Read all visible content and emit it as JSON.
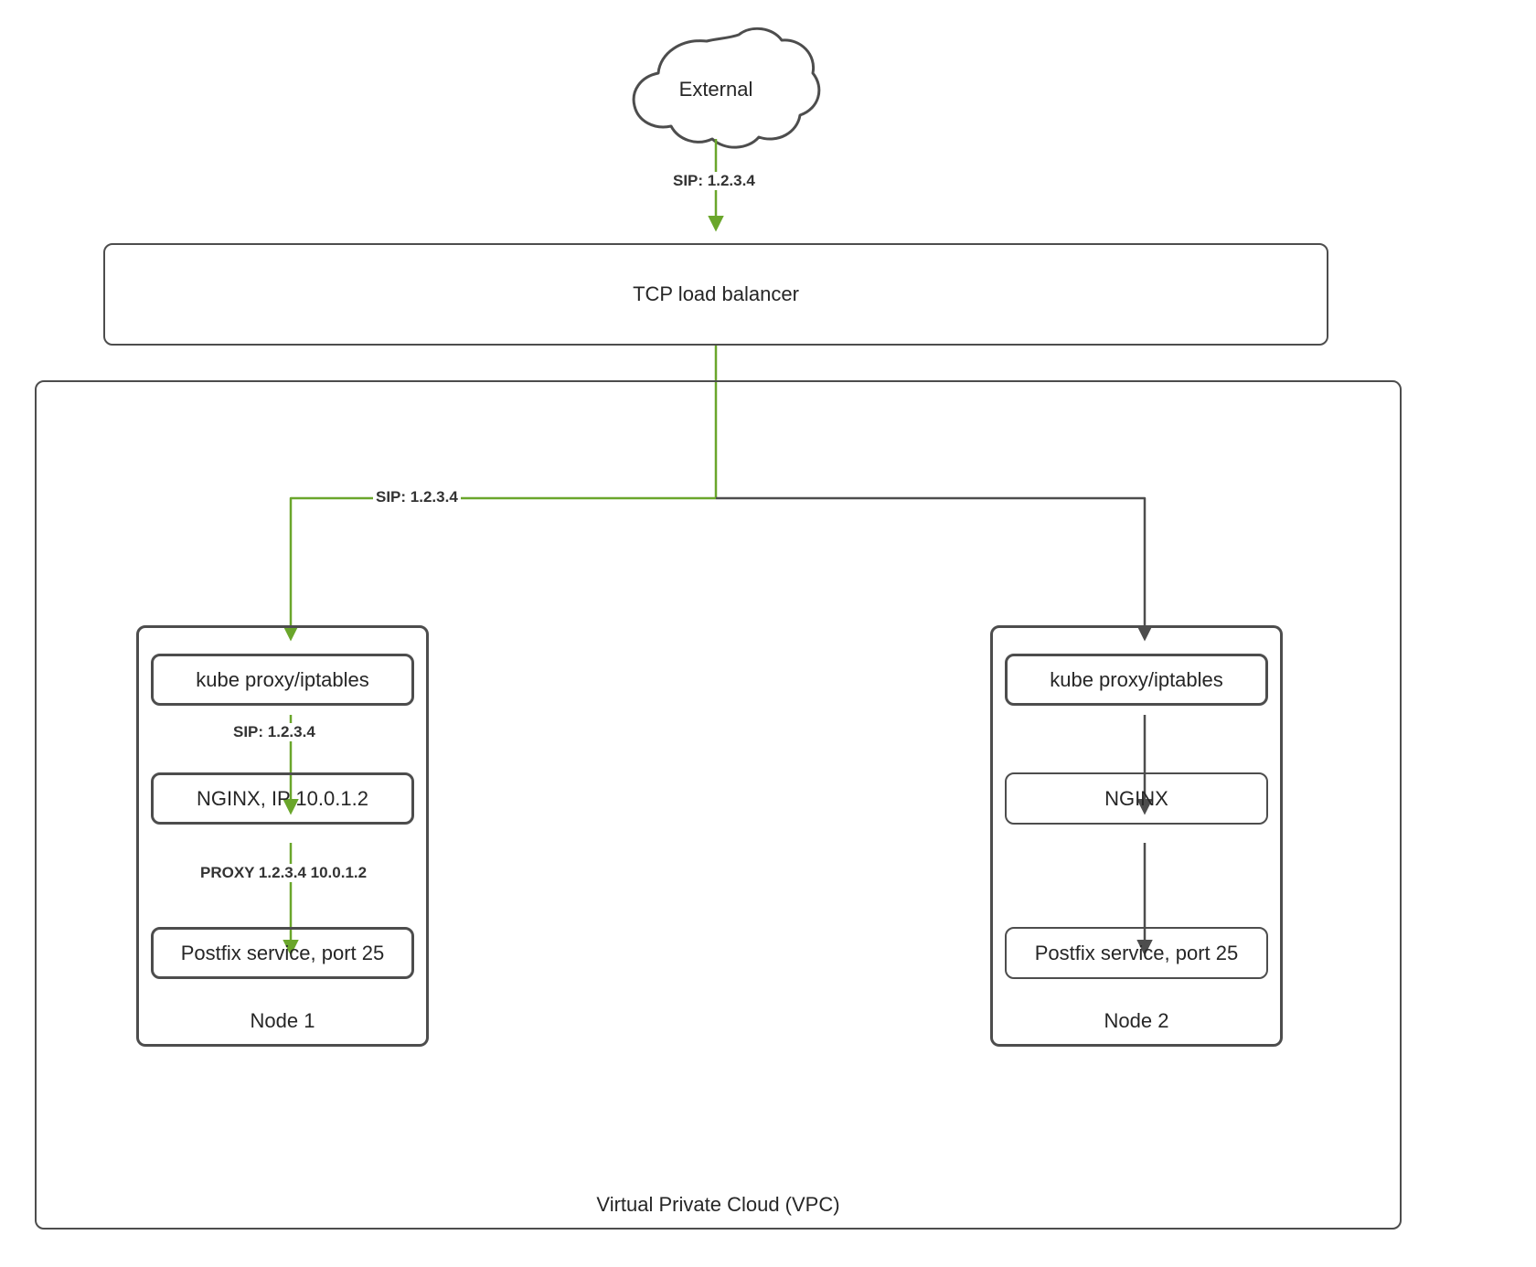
{
  "diagram": {
    "title_vpc": "Virtual Private Cloud (VPC)",
    "external_cloud": "External",
    "load_balancer": "TCP load balancer",
    "colors": {
      "stroke_dark": "#4d4d4d",
      "stroke_green": "#6aa62b",
      "text": "#262626",
      "label_text": "#333333",
      "background": "#ffffff"
    },
    "edges": {
      "external_to_lb": "SIP: 1.2.3.4",
      "lb_to_node1": "SIP: 1.2.3.4",
      "kubeproxy_to_nginx": "SIP: 1.2.3.4",
      "nginx_to_postfix": "PROXY 1.2.3.4 10.0.1.2"
    },
    "node1": {
      "title": "Node 1",
      "kube_proxy": "kube proxy/iptables",
      "nginx": "NGINX, IP 10.0.1.2",
      "postfix": "Postfix service, port 25"
    },
    "node2": {
      "title": "Node 2",
      "kube_proxy": "kube proxy/iptables",
      "nginx": "NGINX",
      "postfix": "Postfix service, port 25"
    }
  }
}
